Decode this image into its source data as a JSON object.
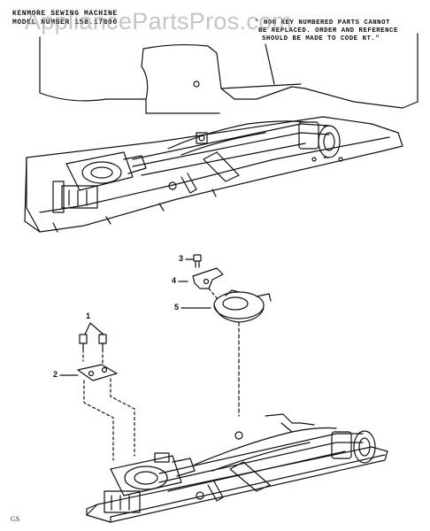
{
  "header": {
    "line1": "KENMORE SEWING MACHINE",
    "line2": "MODEL NUMBER 158.17800"
  },
  "note": {
    "line1": "\" NON KEY NUMBERED PARTS CANNOT",
    "line2": "BE REPLACED. ORDER AND REFERENCE",
    "line3": "SHOULD BE MADE TO CODE NT.\""
  },
  "watermark": "AppliancePartsPros.com",
  "callouts": [
    "1",
    "2",
    "3",
    "4",
    "5"
  ],
  "page_number": "GS"
}
